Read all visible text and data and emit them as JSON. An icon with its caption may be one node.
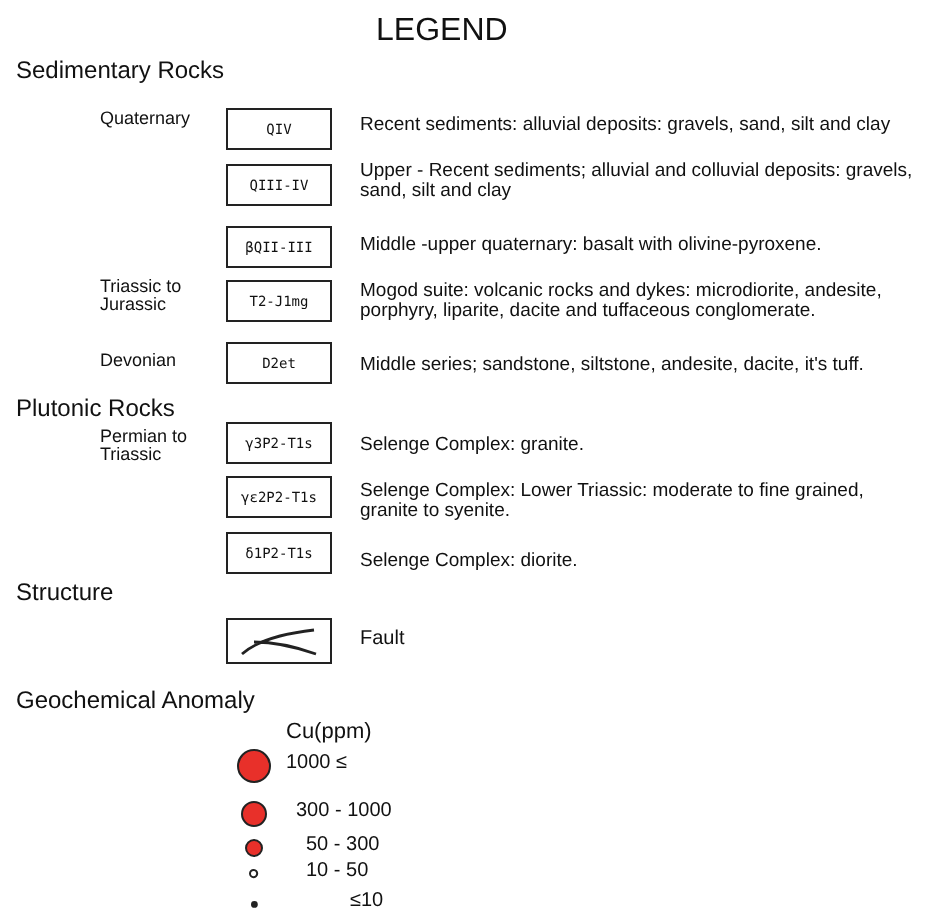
{
  "diagram": {
    "title": "LEGEND",
    "nodes": [
      {
        "text": [
          "QIV"
        ]
      },
      {
        "text": [
          "QIII-IV"
        ]
      },
      {
        "text": [
          "βQII-III"
        ]
      },
      {
        "text": [
          "T2-J1mg"
        ]
      },
      {
        "text": [
          "D2et"
        ]
      },
      {
        "text": [
          "γ3P2-T1s"
        ]
      },
      {
        "text": [
          "γε2P2-T1s"
        ]
      },
      {
        "text": [
          "δ1P2-T1s"
        ]
      }
    ],
    "edges": [],
    "labels": [
      "Sedimentary Rocks",
      "Quaternary",
      "Recent sediments:  alluvial deposits: gravels, sand, silt and clay",
      "Upper - Recent sediments; alluvial and colluvial deposits: gravels, sand, silt and clay",
      "Middle -upper quaternary: basalt with olivine-pyroxene.",
      "Triassic to Jurassic",
      "Mogod suite: volcanic rocks and dykes: microdiorite, andesite, porphyry, liparite, dacite and tuffaceous conglomerate.",
      "Devonian",
      "Middle series; sandstone, siltstone, andesite, dacite, it's tuff.",
      "Plutonic Rocks",
      "Permian to Triassic",
      "Selenge Complex: granite.",
      "Selenge Complex: Lower Triassic: moderate to fine grained, granite to syenite.",
      "Selenge Complex: diorite.",
      "Structure",
      "Geochemical Anomaly",
      "Cu(ppm)"
    ],
    "legend": [
      {
        "text": "Fault"
      },
      {
        "text": "1000 ≤"
      },
      {
        "text": "300 - 1000"
      },
      {
        "text": "50 - 300"
      },
      {
        "text": "10 - 50"
      },
      {
        "text": "≤10"
      }
    ]
  }
}
